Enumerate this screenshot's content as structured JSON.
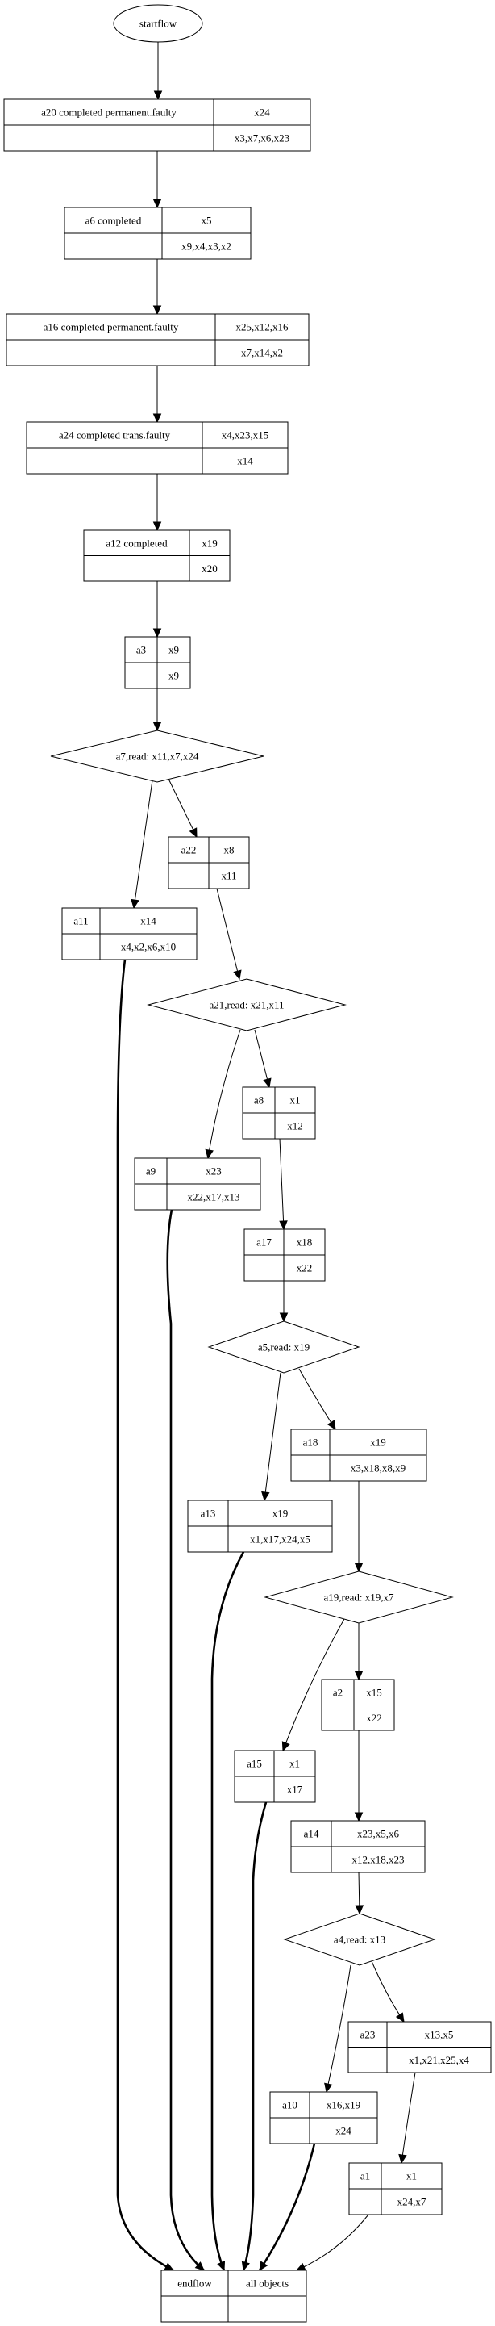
{
  "diagram": {
    "type": "flowchart",
    "start": {
      "id": "startflow",
      "label": "startflow"
    },
    "end": {
      "id": "endflow",
      "label": "endflow",
      "objects_label": "all objects"
    },
    "nodes": [
      {
        "id": "a20",
        "kind": "activity",
        "title": "a20 completed permanent.faulty",
        "top_right": "x24",
        "bottom_right": "x3,x7,x6,x23"
      },
      {
        "id": "a6",
        "kind": "activity",
        "title": "a6 completed",
        "top_right": "x5",
        "bottom_right": "x9,x4,x3,x2"
      },
      {
        "id": "a16",
        "kind": "activity",
        "title": "a16 completed permanent.faulty",
        "top_right": "x25,x12,x16",
        "bottom_right": "x7,x14,x2"
      },
      {
        "id": "a24",
        "kind": "activity",
        "title": "a24 completed trans.faulty",
        "top_right": "x4,x23,x15",
        "bottom_right": "x14"
      },
      {
        "id": "a12",
        "kind": "activity",
        "title": "a12 completed",
        "top_right": "x19",
        "bottom_right": "x20"
      },
      {
        "id": "a3",
        "kind": "activity",
        "title": "a3",
        "top_right": "x9",
        "bottom_right": "x9"
      },
      {
        "id": "a7",
        "kind": "decision",
        "title": "a7,read: x11,x7,x24"
      },
      {
        "id": "a22",
        "kind": "activity",
        "title": "a22",
        "top_right": "x8",
        "bottom_right": "x11"
      },
      {
        "id": "a11",
        "kind": "activity",
        "title": "a11",
        "top_right": "x14",
        "bottom_right": "x4,x2,x6,x10"
      },
      {
        "id": "a21",
        "kind": "decision",
        "title": "a21,read: x21,x11"
      },
      {
        "id": "a8",
        "kind": "activity",
        "title": "a8",
        "top_right": "x1",
        "bottom_right": "x12"
      },
      {
        "id": "a9",
        "kind": "activity",
        "title": "a9",
        "top_right": "x23",
        "bottom_right": "x22,x17,x13"
      },
      {
        "id": "a17",
        "kind": "activity",
        "title": "a17",
        "top_right": "x18",
        "bottom_right": "x22"
      },
      {
        "id": "a5",
        "kind": "decision",
        "title": "a5,read: x19"
      },
      {
        "id": "a18",
        "kind": "activity",
        "title": "a18",
        "top_right": "x19",
        "bottom_right": "x3,x18,x8,x9"
      },
      {
        "id": "a13",
        "kind": "activity",
        "title": "a13",
        "top_right": "x19",
        "bottom_right": "x1,x17,x24,x5"
      },
      {
        "id": "a19",
        "kind": "decision",
        "title": "a19,read: x19,x7"
      },
      {
        "id": "a2",
        "kind": "activity",
        "title": "a2",
        "top_right": "x15",
        "bottom_right": "x22"
      },
      {
        "id": "a15",
        "kind": "activity",
        "title": "a15",
        "top_right": "x1",
        "bottom_right": "x17"
      },
      {
        "id": "a14",
        "kind": "activity",
        "title": "a14",
        "top_right": "x23,x5,x6",
        "bottom_right": "x12,x18,x23"
      },
      {
        "id": "a4",
        "kind": "decision",
        "title": "a4,read: x13"
      },
      {
        "id": "a23",
        "kind": "activity",
        "title": "a23",
        "top_right": "x13,x5",
        "bottom_right": "x1,x21,x25,x4"
      },
      {
        "id": "a10",
        "kind": "activity",
        "title": "a10",
        "top_right": "x16,x19",
        "bottom_right": "x24"
      },
      {
        "id": "a1",
        "kind": "activity",
        "title": "a1",
        "top_right": "x1",
        "bottom_right": "x24,x7"
      }
    ],
    "edges": [
      {
        "from": "startflow",
        "to": "a20",
        "style": "normal"
      },
      {
        "from": "a20",
        "to": "a6",
        "style": "normal"
      },
      {
        "from": "a6",
        "to": "a16",
        "style": "normal"
      },
      {
        "from": "a16",
        "to": "a24",
        "style": "normal"
      },
      {
        "from": "a24",
        "to": "a12",
        "style": "normal"
      },
      {
        "from": "a12",
        "to": "a3",
        "style": "normal"
      },
      {
        "from": "a3",
        "to": "a7",
        "style": "normal"
      },
      {
        "from": "a7",
        "to": "a11",
        "style": "thin"
      },
      {
        "from": "a7",
        "to": "a22",
        "style": "thin"
      },
      {
        "from": "a22",
        "to": "a21",
        "style": "thin"
      },
      {
        "from": "a21",
        "to": "a9",
        "style": "thin"
      },
      {
        "from": "a21",
        "to": "a8",
        "style": "thin"
      },
      {
        "from": "a8",
        "to": "a17",
        "style": "thin"
      },
      {
        "from": "a17",
        "to": "a5",
        "style": "normal"
      },
      {
        "from": "a5",
        "to": "a13",
        "style": "thin"
      },
      {
        "from": "a5",
        "to": "a18",
        "style": "thin"
      },
      {
        "from": "a18",
        "to": "a19",
        "style": "normal"
      },
      {
        "from": "a19",
        "to": "a15",
        "style": "thin"
      },
      {
        "from": "a19",
        "to": "a2",
        "style": "normal"
      },
      {
        "from": "a2",
        "to": "a14",
        "style": "normal"
      },
      {
        "from": "a14",
        "to": "a4",
        "style": "normal"
      },
      {
        "from": "a4",
        "to": "a10",
        "style": "thin"
      },
      {
        "from": "a4",
        "to": "a23",
        "style": "thin"
      },
      {
        "from": "a23",
        "to": "a1",
        "style": "thin"
      },
      {
        "from": "a11",
        "to": "endflow",
        "style": "bold"
      },
      {
        "from": "a9",
        "to": "endflow",
        "style": "bold"
      },
      {
        "from": "a13",
        "to": "endflow",
        "style": "bold"
      },
      {
        "from": "a15",
        "to": "endflow",
        "style": "bold"
      },
      {
        "from": "a10",
        "to": "endflow",
        "style": "bold"
      },
      {
        "from": "a1",
        "to": "endflow",
        "style": "thin"
      }
    ]
  }
}
